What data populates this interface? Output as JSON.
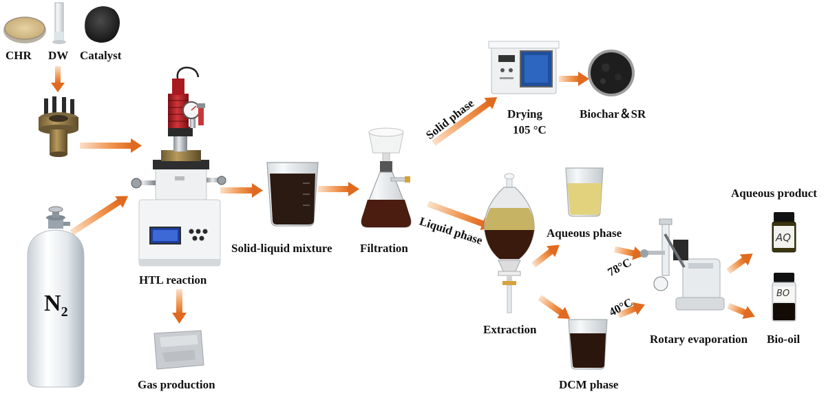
{
  "labels": {
    "chr": "CHR",
    "dw": "DW",
    "catalyst": "Catalyst",
    "n2_main": "N",
    "n2_sub": "2",
    "htl_reaction": "HTL reaction",
    "gas_production": "Gas production",
    "solid_liquid_mixture": "Solid-liquid mixture",
    "filtration": "Filtration",
    "solid_phase": "Solid phase",
    "liquid_phase": "Liquid phase",
    "drying": "Drying",
    "drying_temp": "105 °C",
    "biochar_sr": "Biochar＆SR",
    "aqueous_phase": "Aqueous phase",
    "extraction": "Extraction",
    "dcm_phase": "DCM phase",
    "temp_78": "78°C",
    "temp_40": "40°C",
    "rotary_evaporation": "Rotary evaporation",
    "aqueous_product": "Aqueous product",
    "bio_oil": "Bio-oil",
    "vial_aq": "AQ",
    "vial_bo": "BO"
  },
  "colors": {
    "arrow_orange": "#e8742a",
    "arrow_light": "#f6c29a",
    "dark_liquid": "#2b1a12",
    "yellow_liquid": "#e6d98a",
    "reactor_red": "#b51f24"
  },
  "icons": [
    "petri-dish-icon",
    "cylinder-icon",
    "catalyst-powder-icon",
    "reactor-lid-icon",
    "n2-cylinder-icon",
    "htl-reactor-icon",
    "gas-bag-icon",
    "beaker-icon",
    "filtration-flask-icon",
    "drying-oven-icon",
    "biochar-dish-icon",
    "separatory-funnel-icon",
    "aqueous-beaker-icon",
    "dcm-beaker-icon",
    "rotary-evaporator-icon",
    "aq-vial-icon",
    "bo-vial-icon"
  ]
}
